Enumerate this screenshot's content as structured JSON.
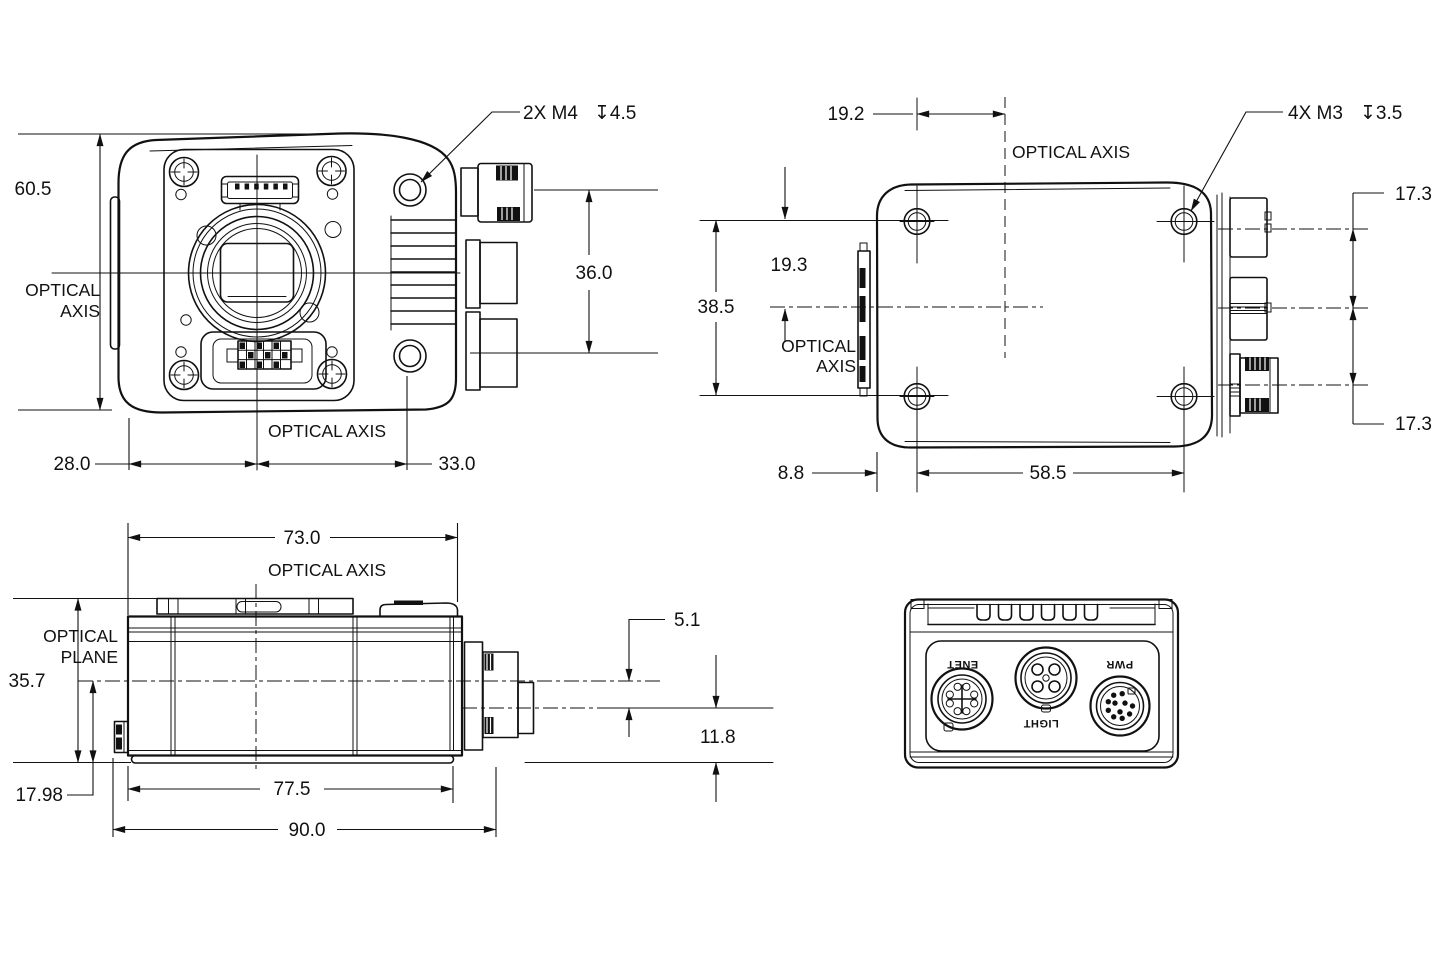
{
  "meta": {
    "background": "#ffffff",
    "line_color": "#111111",
    "drawing_type": "camera-dimension-drawing"
  },
  "views": {
    "front": {
      "thread_note": "2X M4",
      "thread_depth": "↧4.5",
      "dim_height": "60.5",
      "dim_connector_span": "36.0",
      "dim_left_to_axis": "28.0",
      "dim_axis_to_hole": "33.0",
      "optical_axis_word1": "OPTICAL",
      "optical_axis_word2": "AXIS",
      "optical_axis_bottom": "OPTICAL AXIS"
    },
    "bottom": {
      "dim_hole_to_axis_x": "19.2",
      "optical_axis_top": "OPTICAL AXIS",
      "thread_note": "4X M3",
      "thread_depth": "↧3.5",
      "dim_conn_spacing_top": "17.3",
      "dim_conn_spacing_bottom": "17.3",
      "dim_hole_to_axis_y": "19.3",
      "dim_hole_span_y": "38.5",
      "optical_axis_word1": "OPTICAL",
      "optical_axis_word2": "AXIS",
      "dim_edge_to_hole": "8.8",
      "dim_hole_span_x": "58.5"
    },
    "side": {
      "dim_top_width": "73.0",
      "optical_axis_label": "OPTICAL AXIS",
      "optical_plane_word1": "OPTICAL",
      "optical_plane_word2": "PLANE",
      "dim_height": "35.7",
      "dim_axis_height": "17.98",
      "dim_base_width": "77.5",
      "dim_overall_length": "90.0",
      "dim_axis_to_conn": "5.1",
      "dim_conn_height": "11.8"
    },
    "rear": {
      "connector_enet": "ENET",
      "connector_light": "LIGHT",
      "connector_pwr": "PWR"
    }
  }
}
